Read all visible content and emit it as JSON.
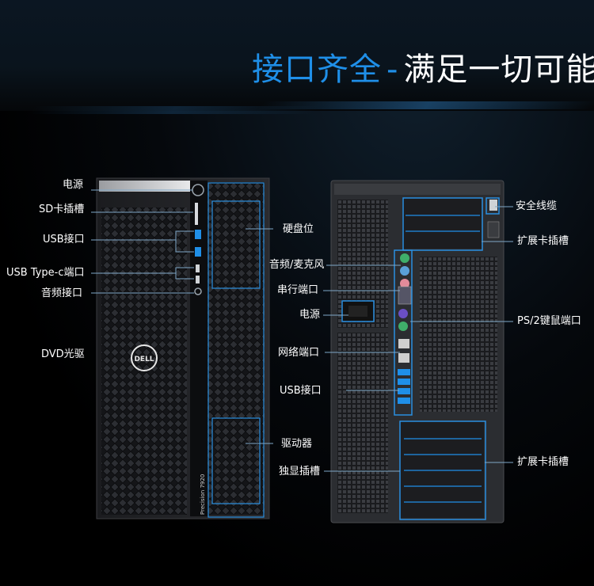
{
  "headline": {
    "accent": "接口齐全",
    "separator": "-",
    "rest": "满足一切可能"
  },
  "front_labels": {
    "power": "电源",
    "sd_slot": "SD卡插槽",
    "usb": "USB接口",
    "usb_c": "USB Type-c端口",
    "audio": "音频接口",
    "dvd": "DVD光驱",
    "hdd_bay": "硬盘位",
    "drive": "驱动器",
    "model_text": "Precision 7920"
  },
  "rear_labels": {
    "audio_mic": "音频/麦克风",
    "serial": "串行端口",
    "power": "电源",
    "network": "网络端口",
    "usb": "USB接口",
    "gpu_slot": "独显插槽",
    "security_cable": "安全线缆",
    "expansion_top": "扩展卡插槽",
    "ps2": "PS/2键鼠端口",
    "expansion_bottom": "扩展卡插槽"
  },
  "brand_logo": "DELL",
  "colors": {
    "accent": "#1f8fe8",
    "highlight": "#2a8fe0",
    "text": "#ffffff"
  }
}
